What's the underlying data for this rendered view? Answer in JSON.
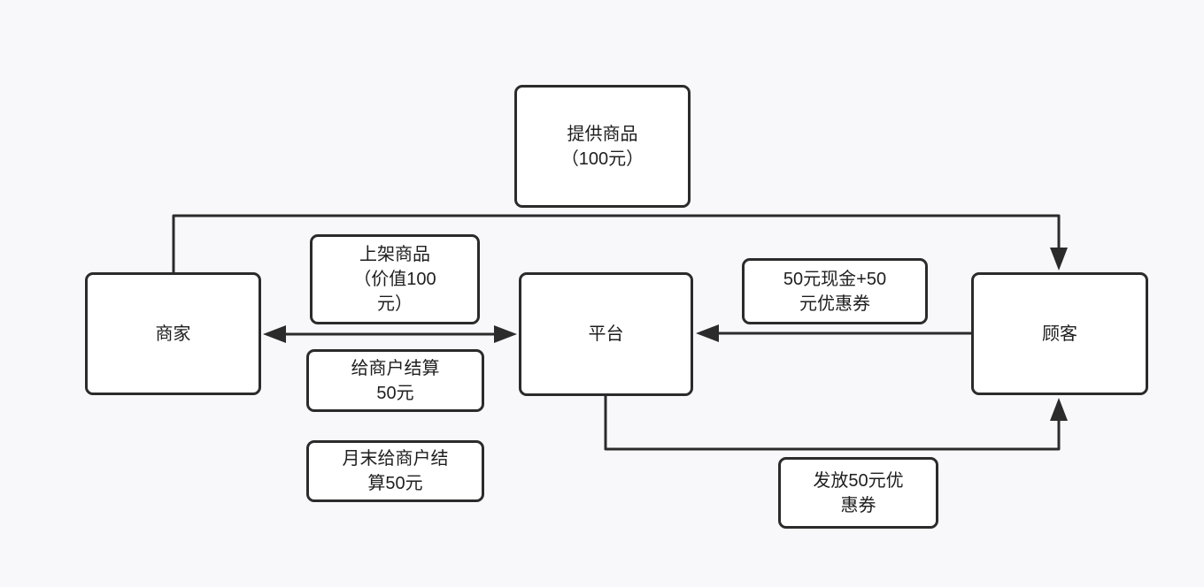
{
  "diagram": {
    "background": "#f8f7fa",
    "stroke": "#2b2b2b",
    "box_fill": "#ffffff",
    "nodes": {
      "merchant": "商家",
      "platform": "平台",
      "customer": "顾客"
    },
    "labels": {
      "provide_goods": "提供商品\n（100元）",
      "list_goods": "上架商品\n（价值100\n元）",
      "settle_merchant": "给商户结算\n50元",
      "monthly_settle": "月末给商户结\n算50元",
      "cash_plus_coupon": "50元现金+50\n元优惠券",
      "issue_coupon": "发放50元优\n惠券"
    }
  }
}
